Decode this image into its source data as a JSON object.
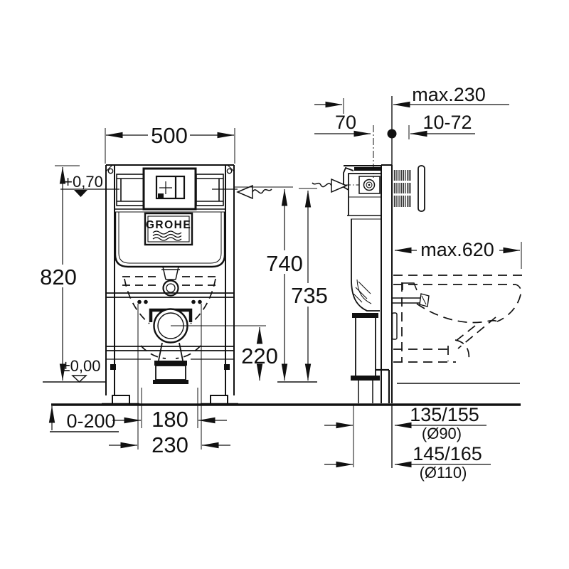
{
  "title": "Installation frame technical drawing",
  "brand": {
    "logo": "GROHE"
  },
  "front_view": {
    "width": "500",
    "height": "820",
    "level_top": "+0,70",
    "level_floor": "±0,00",
    "drain_height": "220",
    "fixing_spacing": "180",
    "outlet_spacing": "230",
    "floor_range": "0-200"
  },
  "side_view": {
    "supply_offset": "70",
    "front_max": "max.230",
    "finish_range": "10-72",
    "supply_height": "740",
    "frame_height": "735",
    "bowl_max_depth": "max.620",
    "outlet1": "135/155",
    "outlet1_dia": "(Ø90)",
    "outlet2": "145/165",
    "outlet2_dia": "(Ø110)"
  }
}
